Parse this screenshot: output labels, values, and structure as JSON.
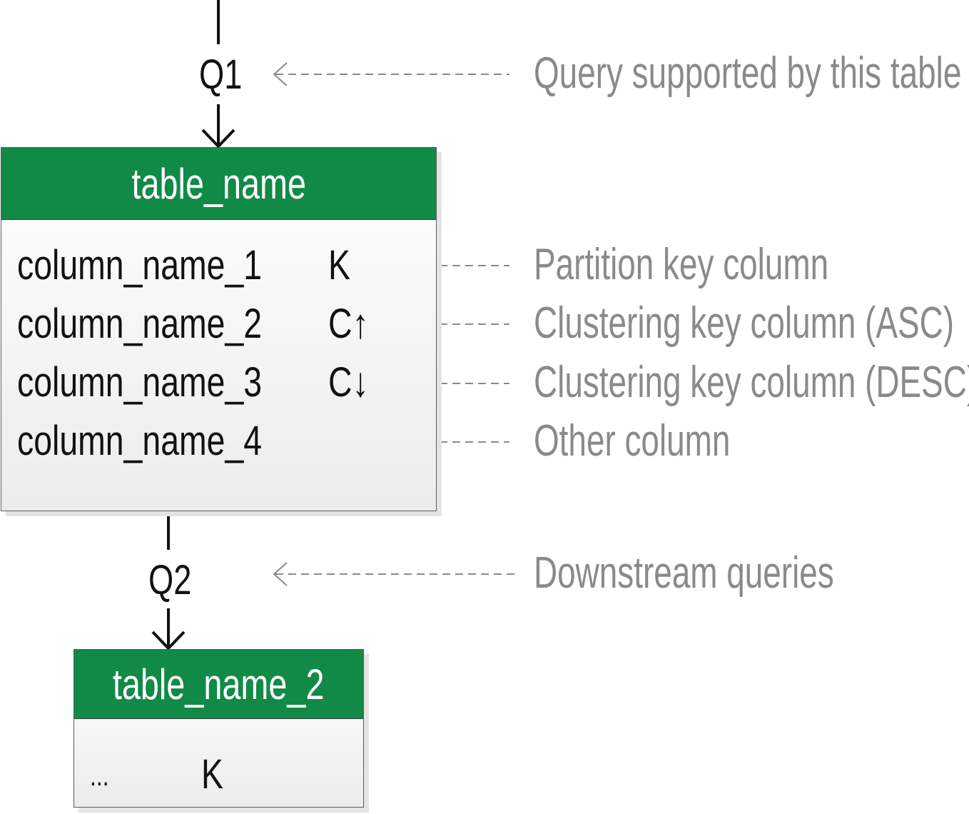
{
  "queries": {
    "q1": "Q1",
    "q2": "Q2"
  },
  "annotations": {
    "query_supported": "Query supported by this table",
    "partition_key": "Partition key column",
    "clustering_asc": "Clustering key column (ASC)",
    "clustering_desc": "Clustering key column (DESC)",
    "other_column": "Other column",
    "downstream": "Downstream queries"
  },
  "table1": {
    "name": "table_name",
    "rows": [
      {
        "column": "column_name_1",
        "key": "K"
      },
      {
        "column": "column_name_2",
        "key": "C↑"
      },
      {
        "column": "column_name_3",
        "key": "C↓"
      },
      {
        "column": "column_name_4",
        "key": ""
      }
    ]
  },
  "table2": {
    "name": "table_name_2",
    "rows": [
      {
        "column": "...",
        "key": "K"
      }
    ]
  },
  "colors": {
    "header_green": "#128a47",
    "annotation_gray": "#8a8a8a",
    "line_black": "#111111"
  }
}
